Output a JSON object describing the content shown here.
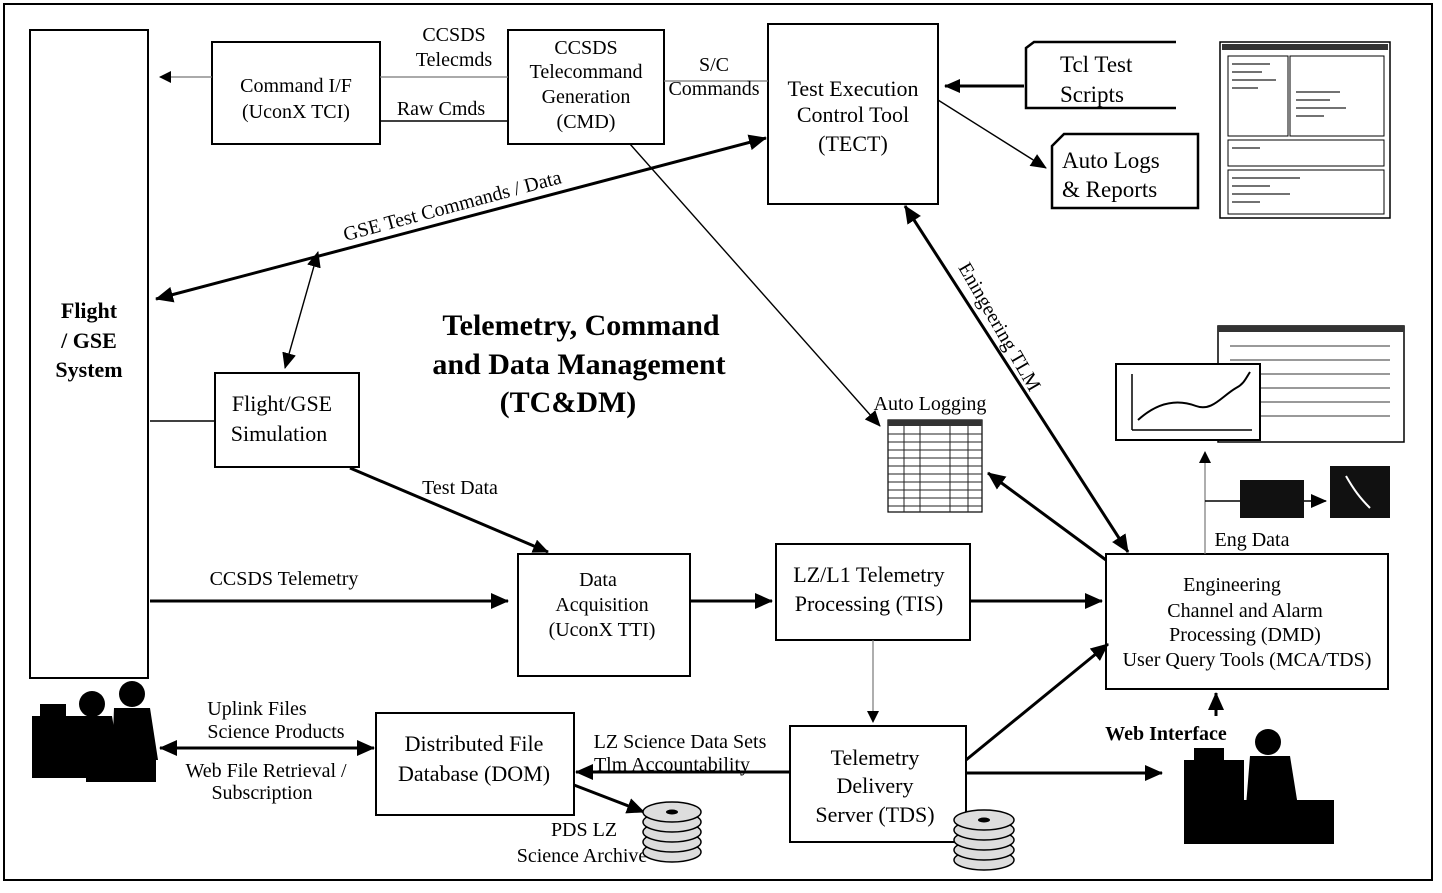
{
  "title": {
    "line1": "Telemetry, Command",
    "line2": "and Data Management",
    "line3": "(TC&DM)"
  },
  "boxes": {
    "flight_system": [
      "Flight",
      "/ GSE",
      "System"
    ],
    "command_if": [
      "Command I/F",
      "(UconX TCI)"
    ],
    "ccsds_gen": [
      "CCSDS",
      "Telecommand",
      "Generation",
      "(CMD)"
    ],
    "tect": [
      "Test Execution",
      "Control Tool",
      "(TECT)"
    ],
    "tcl_scripts": [
      "Tcl Test",
      "Scripts"
    ],
    "auto_logs": [
      "Auto Logs",
      "& Reports"
    ],
    "simulation": [
      "Flight/GSE",
      "Simulation"
    ],
    "data_acq": [
      "Data",
      "Acquisition",
      "(UconX TTI)"
    ],
    "lz_l1": [
      "LZ/L1 Telemetry",
      "Processing (TIS)"
    ],
    "engineering": [
      "Engineering",
      "Channel and Alarm",
      "Processing (DMD)",
      "User Query Tools (MCA/TDS)"
    ],
    "dfd": [
      "Distributed File",
      "Database (DOM)"
    ],
    "tds": [
      "Telemetry",
      "Delivery",
      "Server (TDS)"
    ]
  },
  "labels": {
    "ccsds_telecmds": [
      "CCSDS",
      "Telecmds"
    ],
    "raw_cmds": "Raw Cmds",
    "sc_commands": [
      "S/C",
      "Commands"
    ],
    "gse_test": "GSE Test Commands / Data",
    "eng_tlm": "Eningeering TLM",
    "auto_logging": "Auto Logging",
    "test_data": "Test Data",
    "ccsds_telemetry": "CCSDS Telemetry",
    "eng_data": "Eng  Data",
    "uplink": [
      "Uplink Files",
      "Science Products"
    ],
    "web_file": [
      "Web File Retrieval /",
      "Subscription"
    ],
    "lz_science": [
      "LZ Science Data Sets",
      "Tlm Accountability"
    ],
    "pds_lz": [
      "PDS LZ",
      "Science Archive"
    ],
    "web_interface": "Web Interface"
  }
}
